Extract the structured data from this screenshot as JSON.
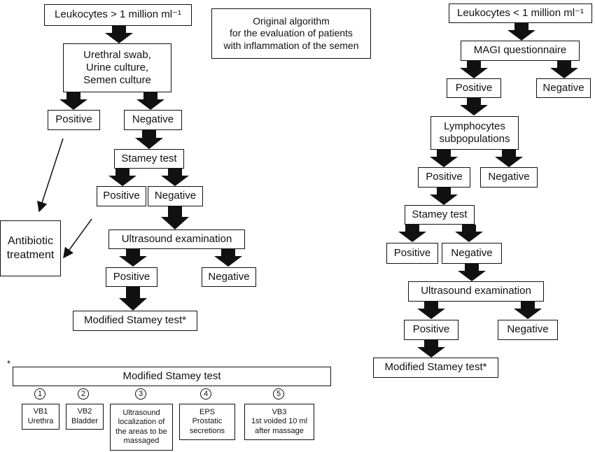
{
  "title_box": "Original algorithm\nfor the evaluation of patients\nwith inflammation of the semen",
  "left": {
    "start": "Leukocytes > 1 million ml⁻¹",
    "cultures": "Urethral swab,\nUrine culture,\nSemen culture",
    "positive1": "Positive",
    "negative1": "Negative",
    "stamey": "Stamey test",
    "positive2": "Positive",
    "negative2": "Negative",
    "ultrasound": "Ultrasound examination",
    "positive3": "Positive",
    "negative3": "Negative",
    "modified": "Modified Stamey test*",
    "antibiotic": "Antibiotic\ntreatment"
  },
  "right": {
    "start": "Leukocytes < 1 million ml⁻¹",
    "magi": "MAGI questionnaire",
    "positive1": "Positive",
    "negative1": "Negative",
    "lymph": "Lymphocytes\nsubpopulations",
    "positive2": "Positive",
    "negative2": "Negative",
    "stamey": "Stamey test",
    "positive3": "Positive",
    "negative3": "Negative",
    "ultrasound": "Ultrasound examination",
    "positive4": "Positive",
    "negative4": "Negative",
    "modified": "Modified Stamey test*"
  },
  "footnote": {
    "star": "*",
    "header": "Modified Stamey test",
    "steps": [
      {
        "num": "1",
        "text": "VB1\nUrethra"
      },
      {
        "num": "2",
        "text": "VB2\nBladder"
      },
      {
        "num": "3",
        "text": "Ultrasound\nlocalization of\nthe areas to be\nmassaged"
      },
      {
        "num": "4",
        "text": "EPS\nProstatic\nsecretions"
      },
      {
        "num": "5",
        "text": "VB3\n1st voided 10 ml\nafter massage"
      }
    ]
  }
}
